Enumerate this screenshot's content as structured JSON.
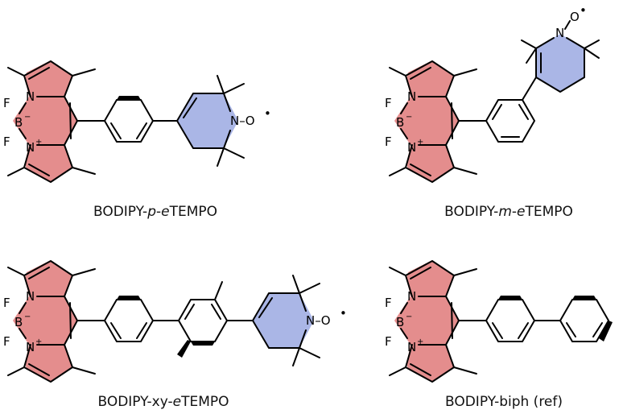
{
  "colors": {
    "bodipy_core": "#e48d8d",
    "tempo_ring": "#aab6e6",
    "ink": "#000000",
    "background": "#ffffff"
  },
  "atoms": {
    "F": "F",
    "B": "B",
    "B_charge": "−",
    "N": "N",
    "N_charge": "+",
    "NO": "N–O",
    "N_plain": "N",
    "O_plain": "O",
    "radical": "•"
  },
  "molecules": [
    {
      "name": "BODIPY-p-eTEMPO",
      "cap_base": "BODIPY-",
      "cap_i1": "p",
      "cap_mid": "-",
      "cap_i2": "e",
      "cap_end": "TEMPO"
    },
    {
      "name": "BODIPY-m-eTEMPO",
      "cap_base": "BODIPY-",
      "cap_i1": "m",
      "cap_mid": "-",
      "cap_i2": "e",
      "cap_end": "TEMPO"
    },
    {
      "name": "BODIPY-xy-eTEMPO",
      "cap_base": "BODIPY-xy-",
      "cap_i2": "e",
      "cap_end": "TEMPO"
    },
    {
      "name": "BODIPY-biph (ref)",
      "cap_plain": "BODIPY-biph (ref)"
    }
  ]
}
